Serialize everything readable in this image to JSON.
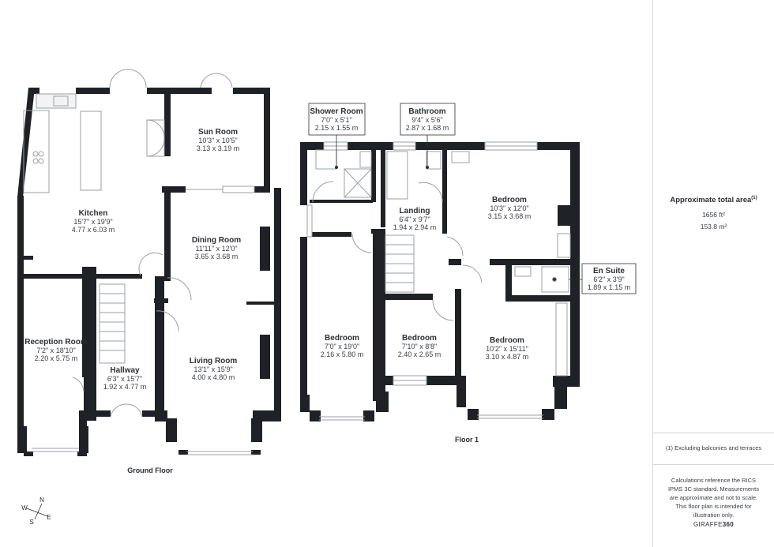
{
  "floors": {
    "ground": "Ground Floor",
    "first": "Floor 1"
  },
  "rooms": {
    "sun_room": {
      "name": "Sun Room",
      "imperial": "10'3\" x 10'5\"",
      "metric": "3.13 x 3.19 m"
    },
    "kitchen": {
      "name": "Kitchen",
      "imperial": "15'7\" x 19'9\"",
      "metric": "4.77 x 6.03 m"
    },
    "dining_room": {
      "name": "Dining Room",
      "imperial": "11'11\" x 12'0\"",
      "metric": "3.65 x 3.68 m"
    },
    "reception_room": {
      "name": "Reception Room",
      "imperial": "7'2\" x 18'10\"",
      "metric": "2.20 x 5.75 m"
    },
    "hallway": {
      "name": "Hallway",
      "imperial": "6'3\" x 15'7\"",
      "metric": "1.92 x 4.77 m"
    },
    "living_room": {
      "name": "Living Room",
      "imperial": "13'1\" x 15'9\"",
      "metric": "4.00 x 4.80 m"
    },
    "shower_room": {
      "name": "Shower Room",
      "imperial": "7'0\" x 5'1\"",
      "metric": "2.15 x 1.55 m"
    },
    "bathroom": {
      "name": "Bathroom",
      "imperial": "9'4\" x 5'6\"",
      "metric": "2.87 x 1.68 m"
    },
    "landing": {
      "name": "Landing",
      "imperial": "6'4\" x 9'7\"",
      "metric": "1.94 x 2.94 m"
    },
    "bedroom_rear": {
      "name": "Bedroom",
      "imperial": "10'3\" x 12'0\"",
      "metric": "3.15 x 3.68 m"
    },
    "en_suite": {
      "name": "En Suite",
      "imperial": "6'2\" x 3'9\"",
      "metric": "1.89 x 1.15 m"
    },
    "bedroom_left": {
      "name": "Bedroom",
      "imperial": "7'0\" x 19'0\"",
      "metric": "2.16 x 5.80 m"
    },
    "bedroom_mid": {
      "name": "Bedroom",
      "imperial": "7'10\" x 8'8\"",
      "metric": "2.40 x 2.65 m"
    },
    "bedroom_right": {
      "name": "Bedroom",
      "imperial": "10'2\" x 15'11\"",
      "metric": "3.10 x 4.87 m"
    }
  },
  "compass": {
    "n": "N",
    "e": "E",
    "s": "S",
    "w": "W"
  },
  "sidebar": {
    "area_title": "Approximate total area",
    "area_superscript": "(1)",
    "area_ft": "1656 ft²",
    "area_m": "153.8 m²",
    "exclusion_note": "(1) Excluding balconies and terraces",
    "disclaimer": "Calculations reference the RICS IPMS 3C standard. Measurements are approximate and not to scale. This floor plan is intended for illustration only.",
    "brand_prefix": "GIRAFFE",
    "brand_suffix": "360"
  },
  "colors": {
    "wall": "#1e2125",
    "text": "#2b2f33",
    "rule": "#d5d8dc"
  }
}
